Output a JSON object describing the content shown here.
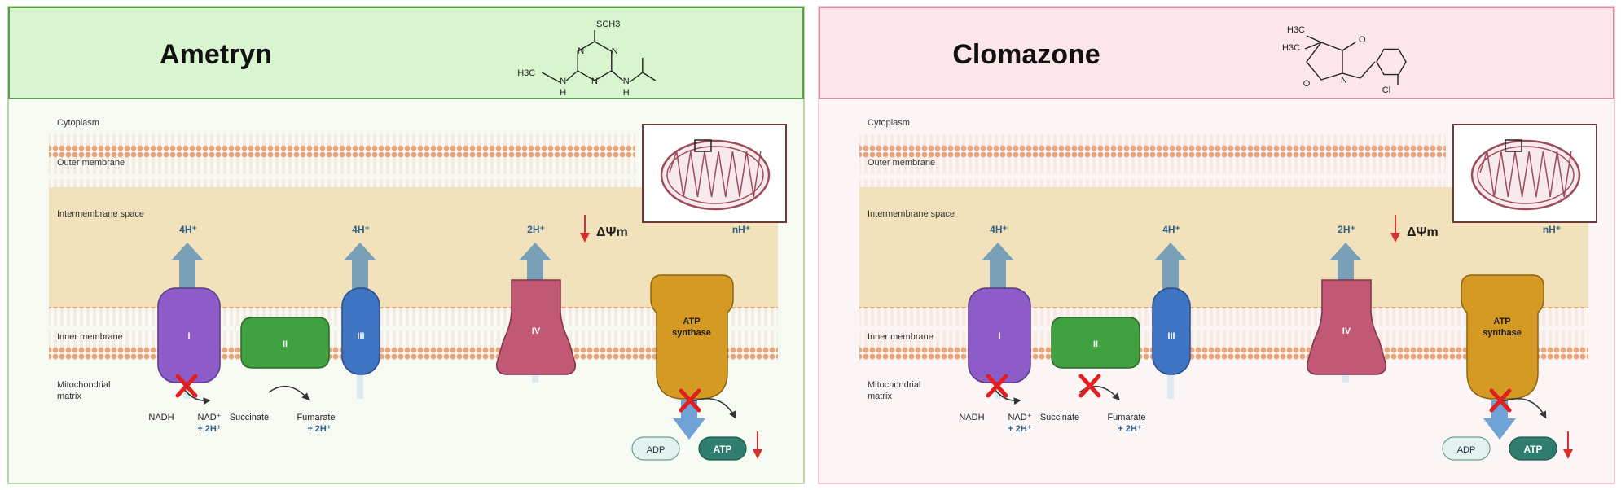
{
  "panels": [
    {
      "id": "ametryn",
      "title": "Ametryn",
      "header_color": "#d9f5cf",
      "header_border": "#5e9c4d",
      "frame_color": "#b4d7a5",
      "body_color": "#f6faf3",
      "structure_labels": [
        "SCH3",
        "H3C",
        "N",
        "N",
        "N",
        "N",
        "H",
        "N",
        "H"
      ],
      "inhibited": [
        "I",
        "ATP synthase"
      ]
    },
    {
      "id": "clomazone",
      "title": "Clomazone",
      "header_color": "#fde6ea",
      "header_border": "#cf8f9c",
      "frame_color": "#f2c6cf",
      "body_color": "#fcf5f6",
      "structure_labels": [
        "H3C",
        "H3C",
        "O",
        "O",
        "N",
        "Cl"
      ],
      "inhibited": [
        "I",
        "II",
        "ATP synthase"
      ]
    }
  ],
  "regions": {
    "cytoplasm": "Cytoplasm",
    "outer_membrane": "Outer membrane",
    "intermembrane_space": "Intermembrane space",
    "inner_membrane": "Inner membrane",
    "matrix_line1": "Mitochondrial",
    "matrix_line2": "matrix"
  },
  "complexes": {
    "c1": "I",
    "c2": "II",
    "c3": "III",
    "c4": "IV",
    "atp_line1": "ATP",
    "atp_line2": "synthase"
  },
  "proton_labels": {
    "c1": "4H⁺",
    "c3": "4H⁺",
    "c4": "2H⁺",
    "atp": "nH⁺"
  },
  "membrane_potential": "ΔΨm",
  "metabolites": {
    "nadh": "NADH",
    "nad": "NAD⁺",
    "nad_h": "+ 2H⁺",
    "succinate": "Succinate",
    "fumarate": "Fumarate",
    "fumarate_h": "+ 2H⁺",
    "adp": "ADP",
    "atp": "ATP"
  },
  "colors": {
    "complex1": "#8e5cc8",
    "complex2": "#3fa13f",
    "complex3": "#3f74c2",
    "complex4": "#c05876",
    "atp_synthase": "#d49a23",
    "proton_arrow": "#7aa0b8",
    "membrane_bead": "#eaa57a",
    "ims": "#f1e2bb",
    "inhibit_x": "#e02020",
    "down_arrow": "#d83030",
    "atp_pill": "#2e7d6e",
    "adp_pill": "#e4f2ef",
    "mito_outline": "#9e4b5a",
    "mito_fill": "#f8e9ec",
    "text_blue": "#2e5f86"
  }
}
